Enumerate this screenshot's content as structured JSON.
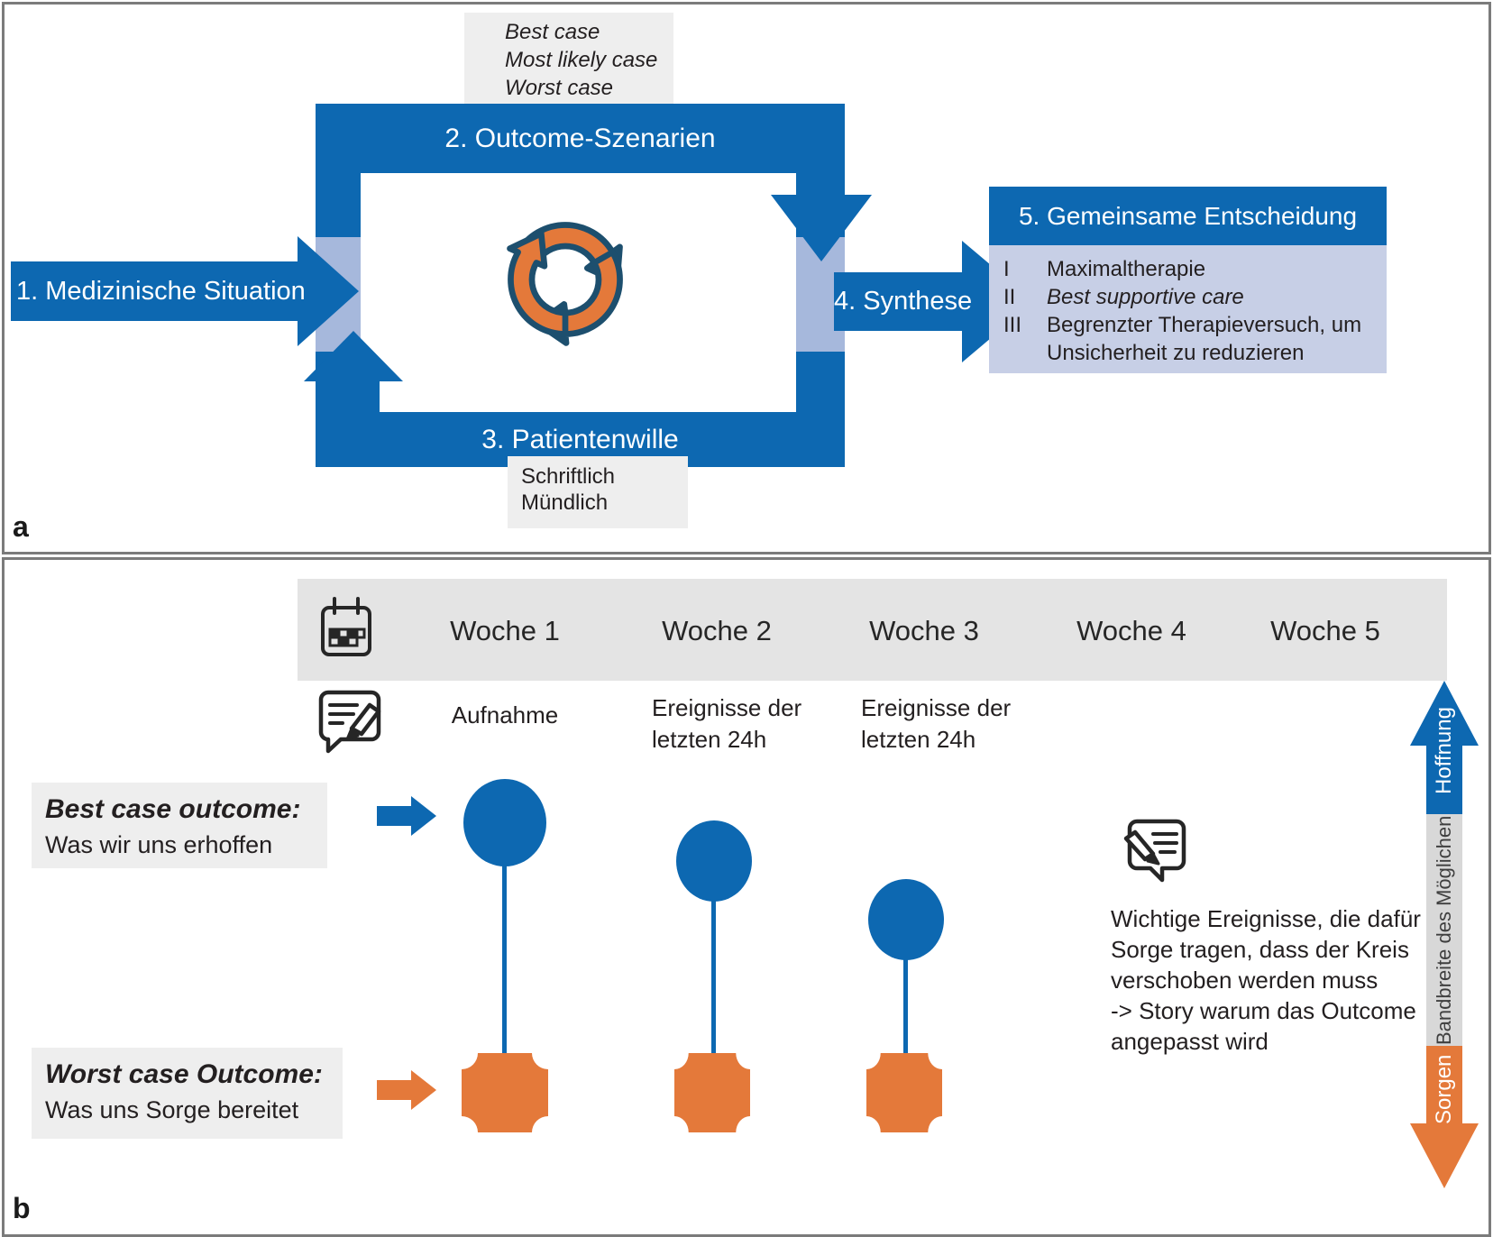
{
  "colors": {
    "blue": "#0d68b1",
    "light_blue": "#a6b8dc",
    "lavender": "#c7cfe6",
    "orange": "#e4793a",
    "icon_outline_navy": "#1d4f6e",
    "box_gray": "#eeeeee",
    "header_bar_gray": "#e4e4e4",
    "axis_gray": "#d8d8d8",
    "panel_border_gray": "#7b7b7b"
  },
  "panel_a": {
    "label": "a",
    "scenario_box": {
      "lines": [
        "Best case",
        "Most likely case",
        "Worst case"
      ]
    },
    "step1": "1. Medizinische Situation",
    "step2": "2. Outcome-Szenarien",
    "step3": "3. Patientenwille",
    "step4": "4. Synthese",
    "patientenwille_box": {
      "lines": [
        "Schriftlich",
        "Mündlich"
      ]
    },
    "decision_box": {
      "title": "5. Gemeinsame Entscheidung",
      "items": [
        {
          "numeral": "I",
          "text": "Maximaltherapie"
        },
        {
          "numeral": "II",
          "text": "Best supportive care"
        },
        {
          "numeral": "III",
          "text": "Begrenzter Therapieversuch, um Unsicherheit zu reduzieren"
        }
      ]
    },
    "center_icon": "recycle-icon"
  },
  "panel_b": {
    "label": "b",
    "weeks": [
      "Woche 1",
      "Woche 2",
      "Woche 3",
      "Woche 4",
      "Woche 5"
    ],
    "events_row": {
      "col1": "Aufnahme",
      "col2": "Ereignisse der letzten 24h",
      "col3": "Ereignisse der letzten 24h"
    },
    "best_case": {
      "title": "Best case outcome:",
      "subtitle": "Was wir uns erhoffen"
    },
    "worst_case": {
      "title": "Worst case Outcome:",
      "subtitle": "Was uns Sorge bereitet"
    },
    "markers": {
      "circle_weeks": [
        "Woche 1",
        "Woche 2",
        "Woche 3"
      ],
      "circle_trend": "descending",
      "square_weeks": [
        "Woche 1",
        "Woche 2",
        "Woche 3"
      ]
    },
    "note_text": [
      "Wichtige Ereignisse, die dafür",
      "Sorge tragen, dass der Kreis",
      "verschoben werden muss",
      "-> Story warum das Outcome",
      "angepasst wird"
    ],
    "axis": {
      "top": "Hoffnung",
      "middle": "Bandbreite des Möglichen",
      "bottom": "Sorgen"
    }
  }
}
